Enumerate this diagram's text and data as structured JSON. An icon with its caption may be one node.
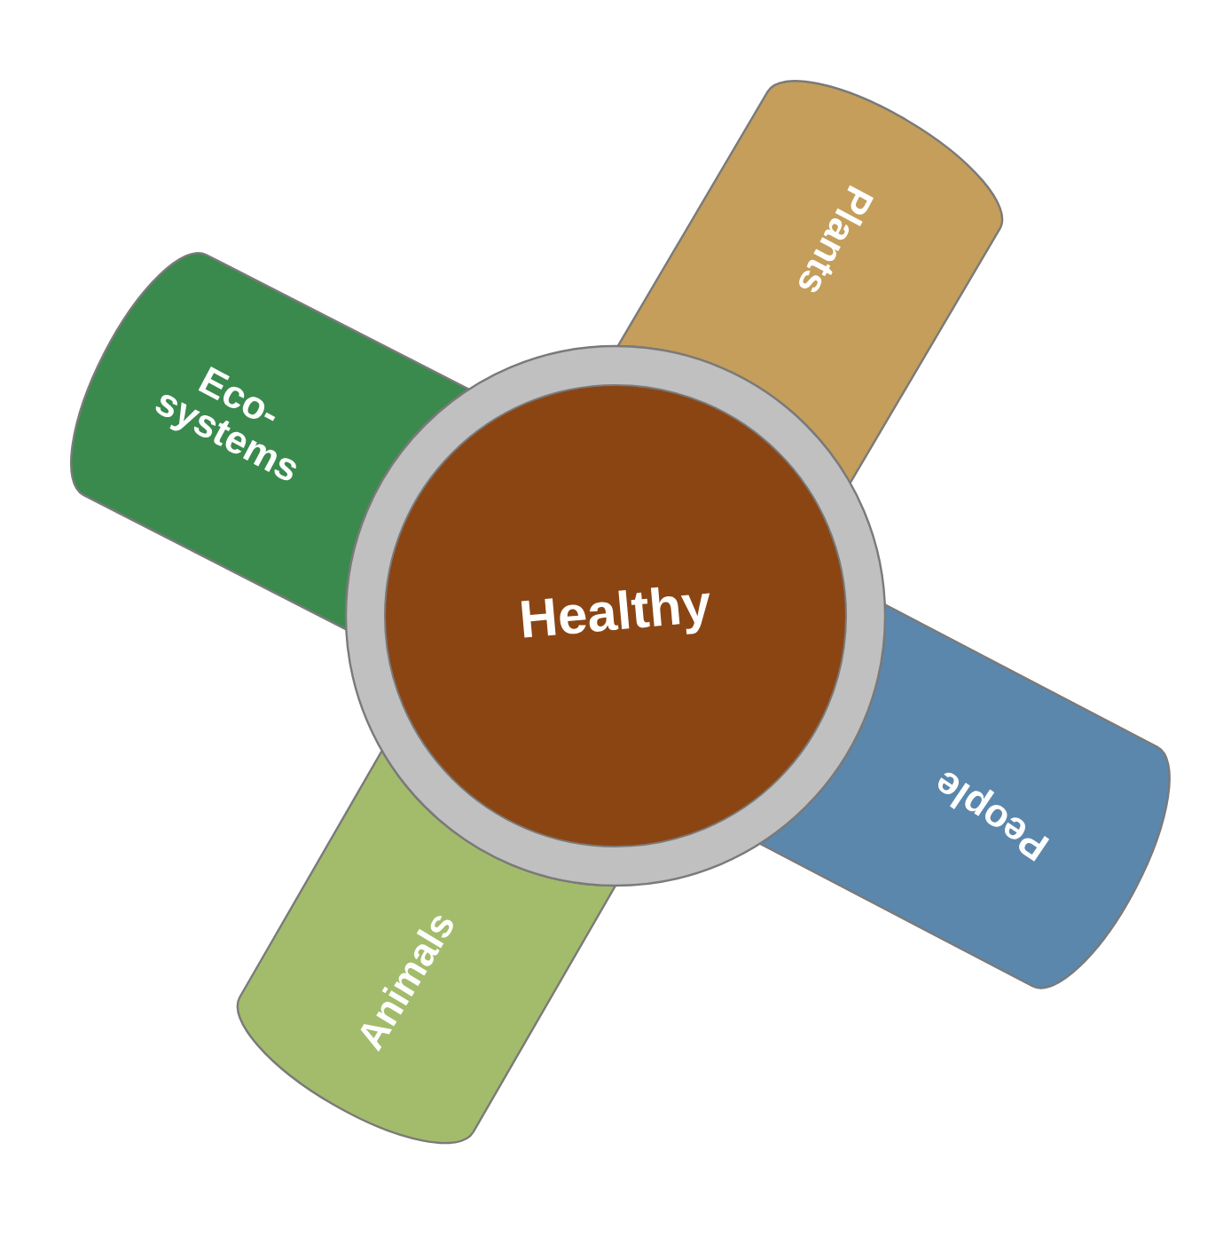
{
  "diagram": {
    "nodes": [
      {
        "text": [
          "Plants"
        ]
      },
      {
        "text": [
          "Eco- systems"
        ]
      },
      {
        "text": [
          "Healthy"
        ]
      },
      {
        "text": [
          "People"
        ]
      },
      {
        "text": [
          "Animals"
        ]
      }
    ]
  }
}
